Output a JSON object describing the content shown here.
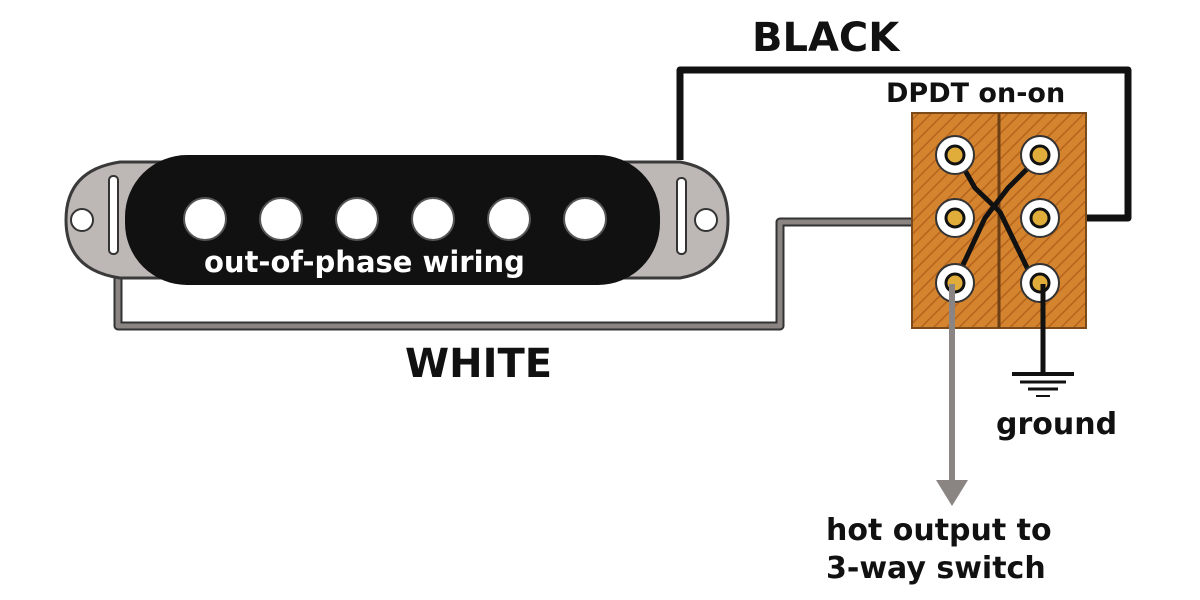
{
  "labels": {
    "black_wire": "BLACK",
    "white_wire": "WHITE",
    "switch": "DPDT on-on",
    "ground": "ground",
    "hot_output_line1": "hot output to",
    "hot_output_line2": "3-way switch",
    "pickup_caption": "out-of-phase wiring"
  },
  "colors": {
    "black_wire": "#111111",
    "white_wire": "#8a8583",
    "hot_lead": "#8a8583",
    "pickup_cover": "#111111",
    "pickup_plate": "#bdb8b5",
    "switch_body": "#d4832f",
    "lug_ring": "#ffffff",
    "lug_center": "#e1ad3a"
  },
  "pickup": {
    "pole_count": 6
  },
  "switch_layout": {
    "rows": 3,
    "columns": 2
  }
}
